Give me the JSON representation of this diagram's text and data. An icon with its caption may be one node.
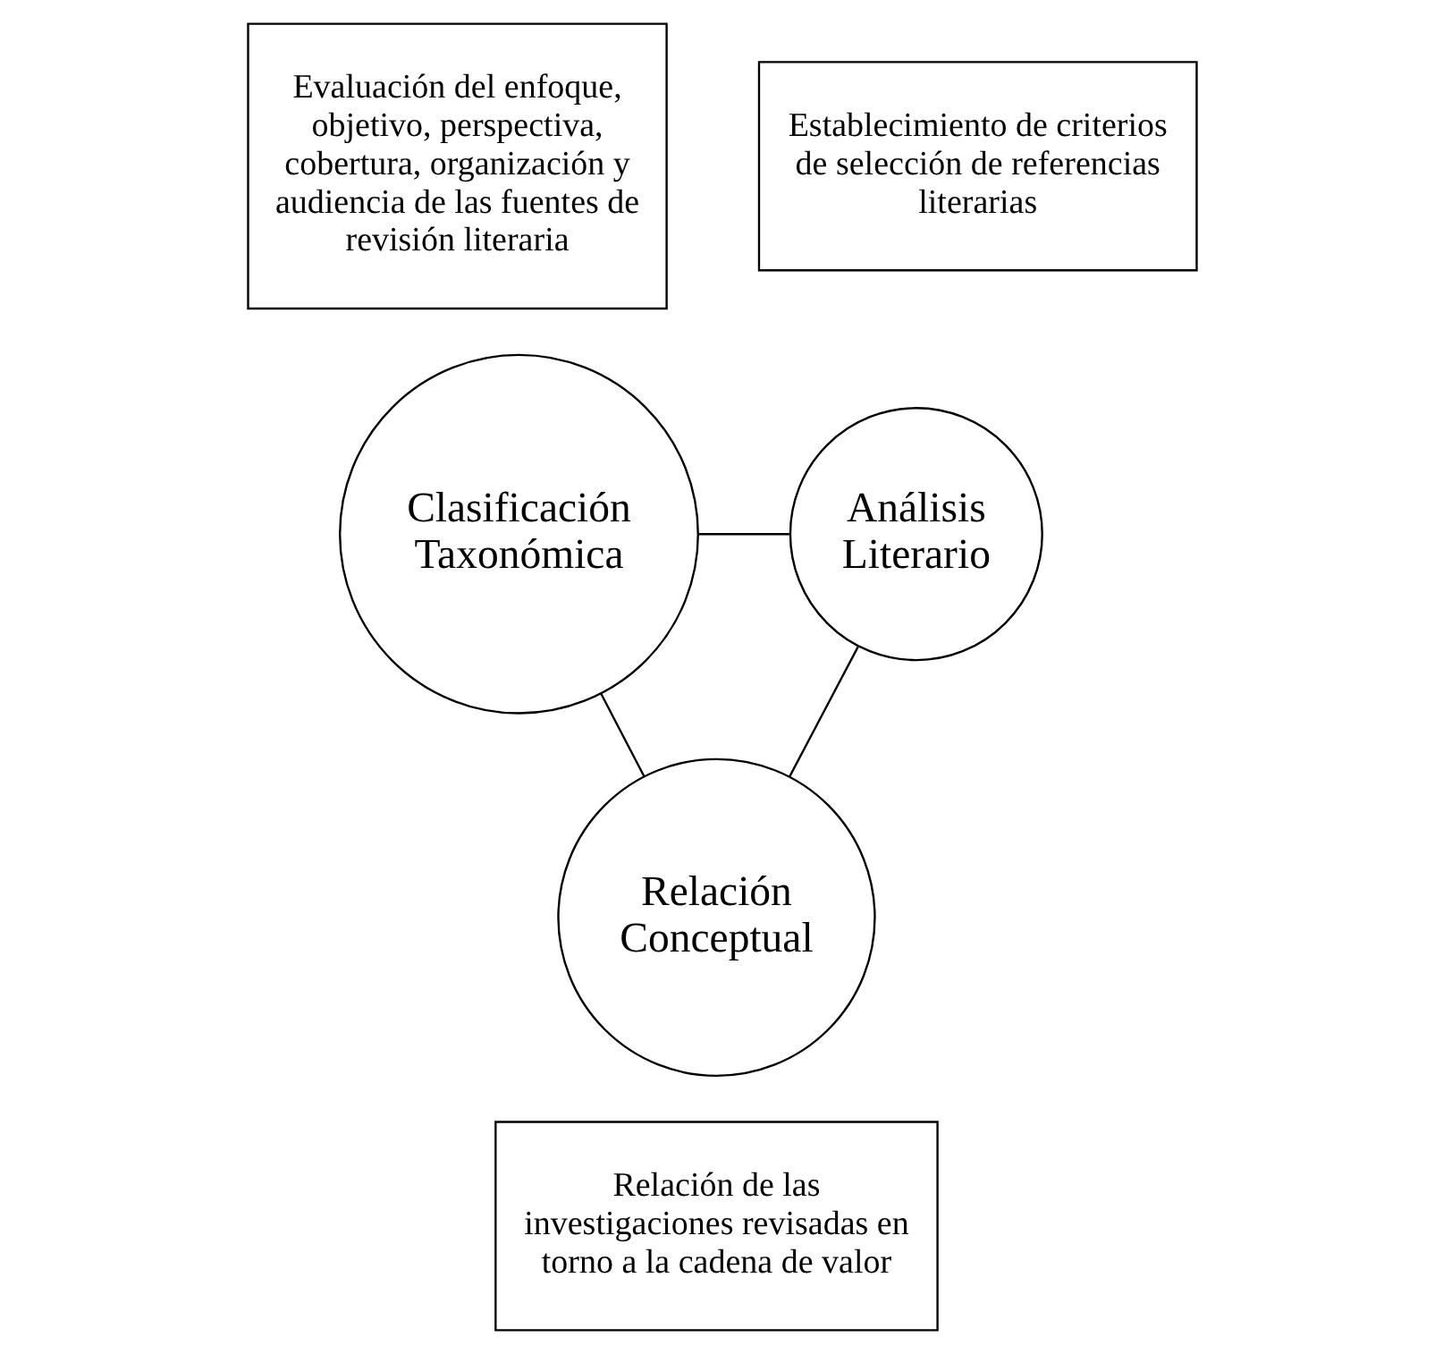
{
  "diagram": {
    "nodes": [
      {
        "text": [
          "Evaluación del enfoque, objetivo, perspectiva, cobertura, organización y audiencia de las fuentes de revisión literaria"
        ]
      },
      {
        "text": [
          "Establecimiento de criterios de selección de referencias literarias"
        ]
      },
      {
        "text": [
          "Clasificación Taxonómica"
        ]
      },
      {
        "text": [
          "Análisis Literario"
        ]
      },
      {
        "text": [
          "Relación Conceptual"
        ]
      },
      {
        "text": [
          "Relación de las investigaciones revisadas en torno a la cadena de valor"
        ]
      }
    ],
    "edges": [
      {
        "from": 2,
        "to": 3,
        "arrow": "none"
      },
      {
        "from": 3,
        "to": 4,
        "arrow": "none"
      },
      {
        "from": 4,
        "to": 2,
        "arrow": "none"
      }
    ]
  }
}
